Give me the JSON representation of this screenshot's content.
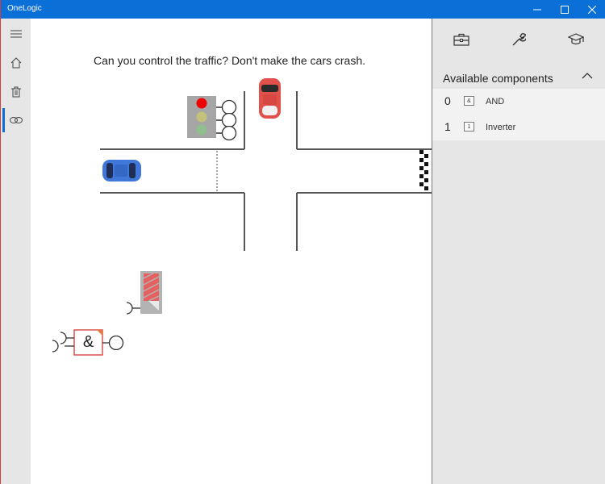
{
  "app": {
    "title": "OneLogic"
  },
  "window_controls": [
    "minimize-icon",
    "maximize-icon",
    "close-icon"
  ],
  "nav": {
    "items": [
      {
        "icon": "menu-icon",
        "active": false
      },
      {
        "icon": "home-icon",
        "active": false
      },
      {
        "icon": "trash-icon",
        "active": false
      },
      {
        "icon": "link-icon",
        "active": true
      }
    ]
  },
  "level": {
    "prompt": "Can you control the traffic? Don't make the cars crash."
  },
  "toolbar": {
    "icons": [
      "toolbox-icon",
      "wrench-icon",
      "graduation-cap-icon"
    ]
  },
  "components_panel": {
    "header": "Available components",
    "items": [
      {
        "count": "0",
        "symbol": "&",
        "name": "AND"
      },
      {
        "count": "1",
        "symbol": "1",
        "name": "Inverter"
      }
    ]
  },
  "circuit": {
    "and_gate_symbol": "&"
  },
  "colors": {
    "titlebar": "#0a6fd6",
    "accent": "#0a6fd6",
    "red_car": "#e0514c",
    "blue_car": "#3f78d8",
    "gate_border": "#d9534f"
  }
}
